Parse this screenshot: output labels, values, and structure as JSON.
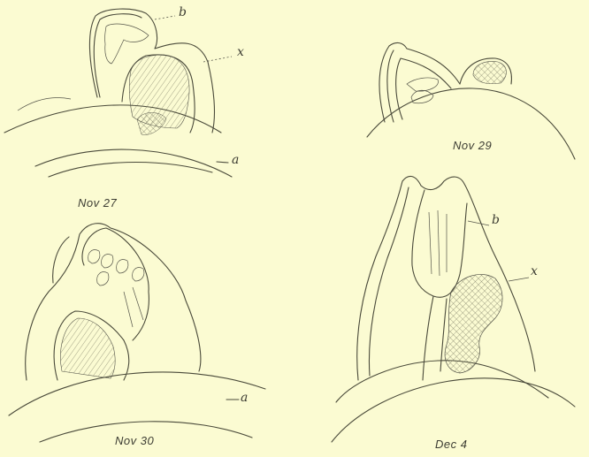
{
  "figures": [
    {
      "caption": "Nov 27",
      "labels": {
        "b": "b",
        "x": "x",
        "a": "a"
      }
    },
    {
      "caption": "Nov 29"
    },
    {
      "caption": "Nov 30",
      "labels": {
        "a": "a"
      }
    },
    {
      "caption": "Dec 4",
      "labels": {
        "b": "b",
        "x": "x"
      }
    }
  ],
  "colors": {
    "background": "#fbfbd2",
    "ink": "#4a4a3a"
  }
}
